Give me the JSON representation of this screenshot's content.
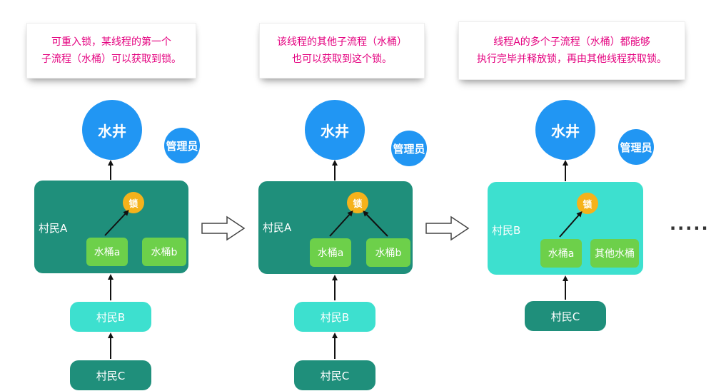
{
  "panels": [
    {
      "note_lines": [
        "可重入锁，某线程的第一个",
        "子流程（水桶）可以获取到锁。"
      ],
      "well": "水井",
      "admin": "管理员",
      "villager": "村民A",
      "lock": "锁",
      "buckets": [
        "水桶a",
        "水桶b"
      ],
      "queue": [
        "村民B",
        "村民C"
      ]
    },
    {
      "note_lines": [
        "该线程的其他子流程（水桶）",
        "也可以获取到这个锁。"
      ],
      "well": "水井",
      "admin": "管理员",
      "villager": "村民A",
      "lock": "锁",
      "buckets": [
        "水桶a",
        "水桶b"
      ],
      "queue": [
        "村民B",
        "村民C"
      ]
    },
    {
      "note_lines": [
        "线程A的多个子流程（水桶）都能够",
        "执行完毕并释放锁，再由其他线程获取锁。"
      ],
      "well": "水井",
      "admin": "管理员",
      "villager": "村民B",
      "lock": "锁",
      "buckets": [
        "水桶a",
        "其他水桶"
      ],
      "queue": [
        "村民C"
      ]
    }
  ],
  "continuation": "·····",
  "colors": {
    "note_text": "#e4007f",
    "well": "#2196f3",
    "villager_active": "#1f8f7b",
    "villager_waiting": "#3de0cf",
    "bucket": "#6dd04a",
    "lock": "#f5b21b",
    "arrow": "#111111"
  }
}
